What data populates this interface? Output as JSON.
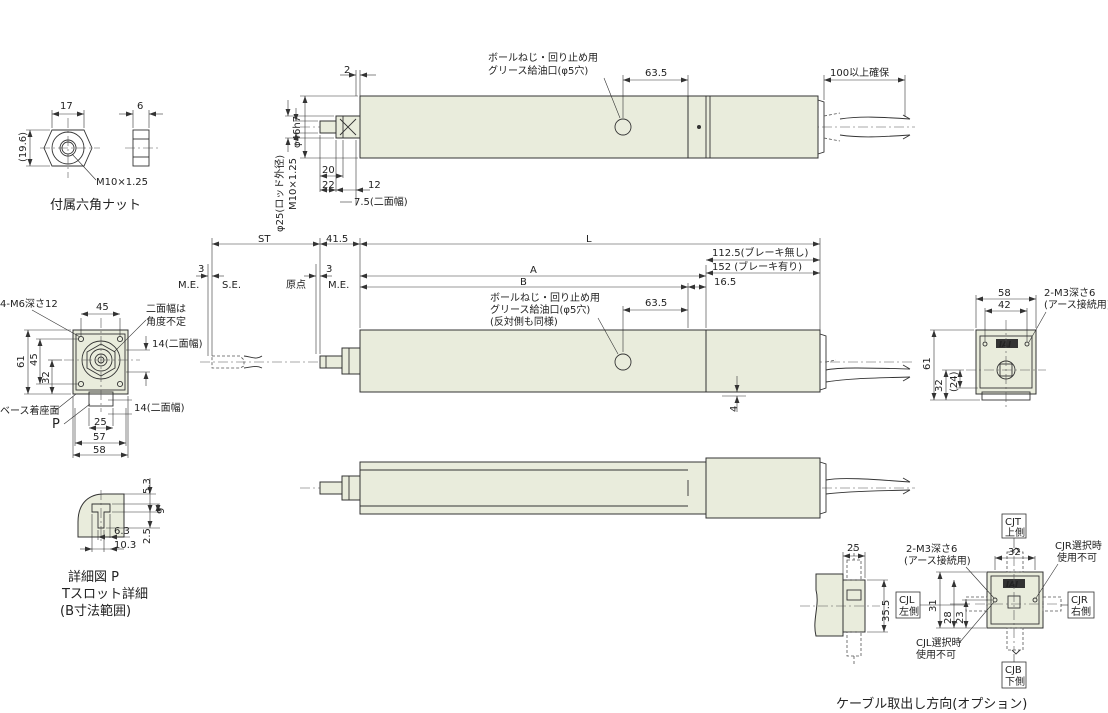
{
  "top_view": {
    "d2": "2",
    "grease_label_1": "ボールねじ・回り止め用",
    "grease_label_2": "グリース給油口(φ5穴)",
    "d63_5": "63.5",
    "cable_clear": "100以上確保",
    "phi46": "φ46h7",
    "rod_dia": "φ25(ロッド外径)",
    "thread": "M10×1.25",
    "d20": "20",
    "d22": "22",
    "d12": "12",
    "d7_5": "7.5(二面幅)"
  },
  "nut": {
    "d17": "17",
    "d6": "6",
    "d19_6": "(19.6)",
    "thread": "M10×1.25",
    "caption": "付属六角ナット"
  },
  "main_view": {
    "st": "ST",
    "d41_5": "41.5",
    "l": "L",
    "brake_none": "112.5(ブレーキ無し)",
    "brake_with": "152 (ブレーキ有り)",
    "d3a": "3",
    "d3b": "3",
    "me1": "M.E.",
    "se": "S.E.",
    "origin": "原点",
    "me2": "M.E.",
    "a": "A",
    "b": "B",
    "d16_5": "16.5",
    "grease_1": "ボールねじ・回り止め用",
    "grease_2": "グリース給油口(φ5穴)",
    "grease_3": "(反対側も同様)",
    "d63_5": "63.5",
    "d4": "4"
  },
  "front_view": {
    "tap": "4-M6深さ12",
    "d45": "45",
    "flats_1": "二面幅は",
    "flats_2": "角度不定",
    "d14a": "14(二面幅)",
    "d61": "61",
    "d45v": "45",
    "d32": "32",
    "base": "ベース着座面",
    "p": "P",
    "d25": "25",
    "d14b": "14(二面幅)",
    "d57": "57",
    "d58": "58"
  },
  "detail_p": {
    "d5_3": "5.3",
    "d9": "9",
    "d2_5": "2.5",
    "d6_3": "6.3",
    "d10_3": "10.3",
    "cap1": "詳細図 P",
    "cap2": "Tスロット詳細",
    "cap3": "(B寸法範囲)"
  },
  "rear_view": {
    "d58": "58",
    "d42": "42",
    "tap_1": "2-M3深さ6",
    "tap_2": "(アース接続用)",
    "d61": "61",
    "d32": "32",
    "d24": "(24)",
    "logo": "IAI"
  },
  "cable_view": {
    "d25": "25",
    "d35_5": "35.5",
    "tap_1": "2-M3深さ6",
    "tap_2": "(アース接続用)",
    "d32": "32",
    "cjr_note_1": "CJR選択時",
    "cjr_note_2": "使用不可",
    "cjt_1": "CJT",
    "cjt_2": "上側",
    "cjl_1": "CJL",
    "cjl_2": "左側",
    "cjr_1": "CJR",
    "cjr_2": "右側",
    "cjb_1": "CJB",
    "cjb_2": "下側",
    "d31": "31",
    "d28": "28",
    "d23": "23",
    "cjl_note_1": "CJL選択時",
    "cjl_note_2": "使用不可",
    "logo": "IAI",
    "caption": "ケーブル取出し方向(オプション)"
  }
}
